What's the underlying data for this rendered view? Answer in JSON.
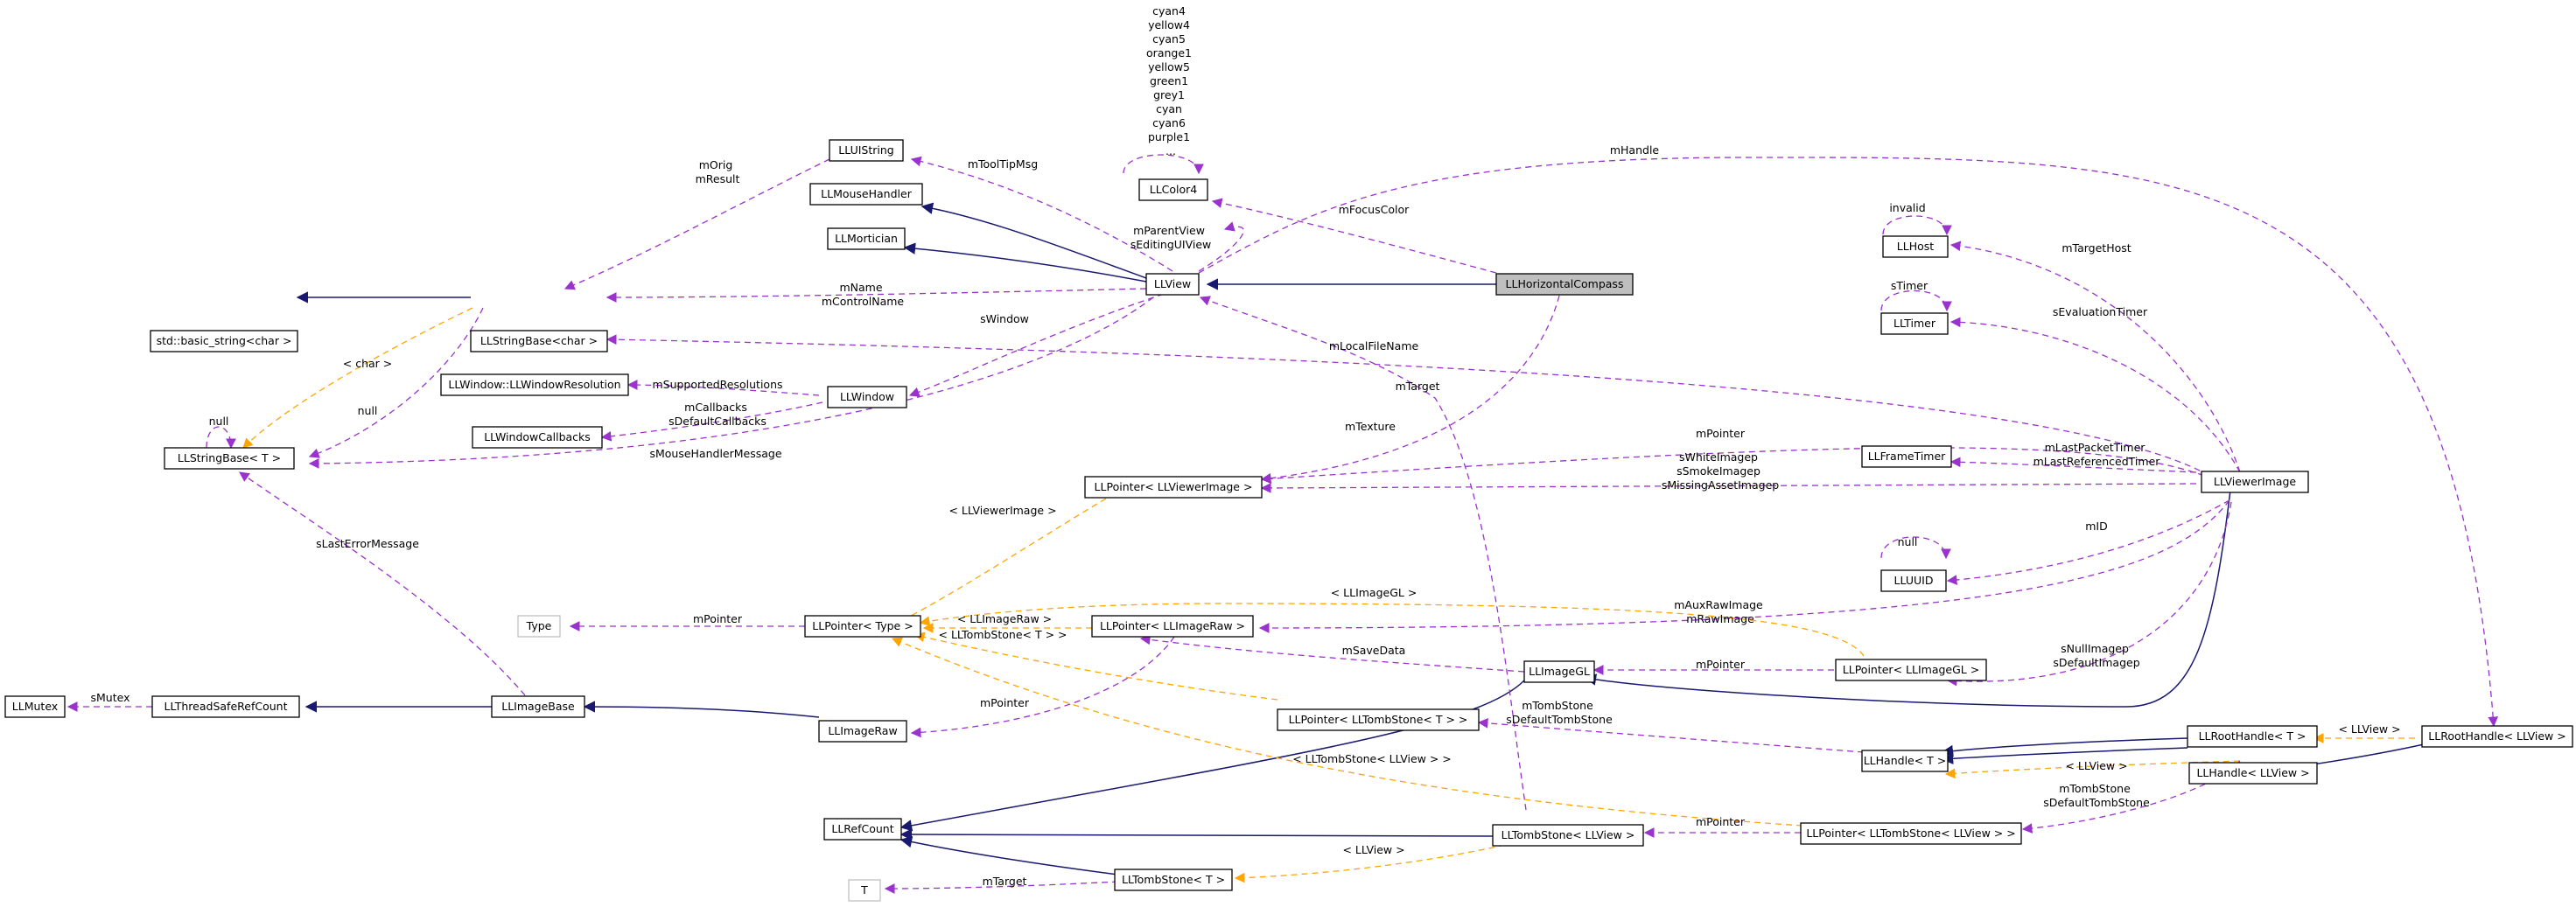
{
  "colors": {
    "inheritance": "#191970",
    "usage": "#9a32cd",
    "template": "#ffa500",
    "highlight_fill": "#bfbfbf"
  },
  "nodes": {
    "llhorizontalcompass": "LLHorizontalCompass",
    "llview": "LLView",
    "lluistring": "LLUIString",
    "llmousehandler": "LLMouseHandler",
    "llmortician": "LLMortician",
    "llcolor4": "LLColor4",
    "std_basic_string": "std::basic_string<char >",
    "llstringbase_char": "LLStringBase<char >",
    "llstringbase_t": "LLStringBase< T >",
    "llwindow_resolution": "LLWindow::LLWindowResolution",
    "llwindowcallbacks": "LLWindowCallbacks",
    "llwindow": "LLWindow",
    "llhost": "LLHost",
    "lltimer": "LLTimer",
    "llframetimer": "LLFrameTimer",
    "llviewerimage": "LLViewerImage",
    "llpointer_viewerimage": "LLPointer< LLViewerImage >",
    "lluuid": "LLUUID",
    "type": "Type",
    "llpointer_type": "LLPointer< Type >",
    "llpointer_imageraw": "LLPointer< LLImageRaw >",
    "llimagegl": "LLImageGL",
    "llpointer_imagegl": "LLPointer< LLImageGL >",
    "llmutex": "LLMutex",
    "llthreadsaferefcount": "LLThreadSafeRefCount",
    "llimagebase": "LLImageBase",
    "llimageraw": "LLImageRaw",
    "llpointer_tombstone_t": "LLPointer< LLTombStone< T > >",
    "llhandle_t": "LLHandle< T >",
    "llroothandle_t": "LLRootHandle< T >",
    "llroothandle_llview": "LLRootHandle< LLView >",
    "llhandle_llview": "LLHandle< LLView >",
    "llrefcount": "LLRefCount",
    "lltombstone_llview": "LLTombStone< LLView >",
    "llpointer_tombstone_llview": "LLPointer< LLTombStone< LLView > >",
    "lltombstone_t": "LLTombStone< T >",
    "t": "T"
  },
  "edge_labels": {
    "color_list": [
      "cyan4",
      "yellow4",
      "cyan5",
      "orange1",
      "yellow5",
      "green1",
      "grey1",
      "cyan",
      "cyan6",
      "purple1",
      "..."
    ],
    "mhandle": "mHandle",
    "mfocuscolor": "mFocusColor",
    "mtooltipmsg": "mToolTipMsg",
    "morig_mresult": [
      "mOrig",
      "mResult"
    ],
    "mparentview": [
      "mParentView",
      "sEditingUIView"
    ],
    "invalid": "invalid",
    "mtargethost": "mTargetHost",
    "mname": [
      "mName",
      "mControlName"
    ],
    "swindow": "sWindow",
    "stimer": "sTimer",
    "sevaluationtimer": "sEvaluationTimer",
    "char": "< char >",
    "mlocalfilename": "mLocalFileName",
    "null_stringbase": "null",
    "null_self": "null",
    "mtarget_view": "mTarget",
    "msupportedresolutions": "mSupportedResolutions",
    "mcallbacks": [
      "mCallbacks",
      "sDefaultCallbacks"
    ],
    "mtexture": "mTexture",
    "mpointer_viewerimage": "mPointer",
    "smousehandlermessage": "sMouseHandlerMessage",
    "swhiteimagep": [
      "sWhiteImagep",
      "sSmokeImagep",
      "sMissingAssetImagep"
    ],
    "mlastpackettimer": [
      "mLastPacketTimer",
      "mLastReferencedTimer"
    ],
    "llviewerimage_tmpl": "< LLViewerImage >",
    "null_uuid": "null",
    "slasterrormessage": "sLastErrorMessage",
    "mid": "mID",
    "llimagegl_tmpl": "< LLImageGL >",
    "mauxrawimage": [
      "mAuxRawImage",
      "mRawImage"
    ],
    "mpointer_type": "mPointer",
    "llimageraw_tmpl": "< LLImageRaw >",
    "lltombstone_t_tmpl": "< LLTombStone< T > >",
    "msavedata": "mSaveData",
    "mpointer_imagegl": "mPointer",
    "snullimagep": [
      "sNullImagep",
      "sDefaultImagep"
    ],
    "smutex": "sMutex",
    "mpointer_imageraw": "mPointer",
    "mtombstone_t": [
      "mTombStone",
      "sDefaultTombStone"
    ],
    "llview_tmpl_root": "< LLView >",
    "lltombstone_llview_tmpl": "< LLTombStone< LLView > >",
    "llview_tmpl_handle": "< LLView >",
    "mtombstone_llview": [
      "mTombStone",
      "sDefaultTombStone"
    ],
    "mpointer_tombstone": "mPointer",
    "llview_tmpl_tombstone": "< LLView >",
    "mtarget_t": "mTarget"
  }
}
